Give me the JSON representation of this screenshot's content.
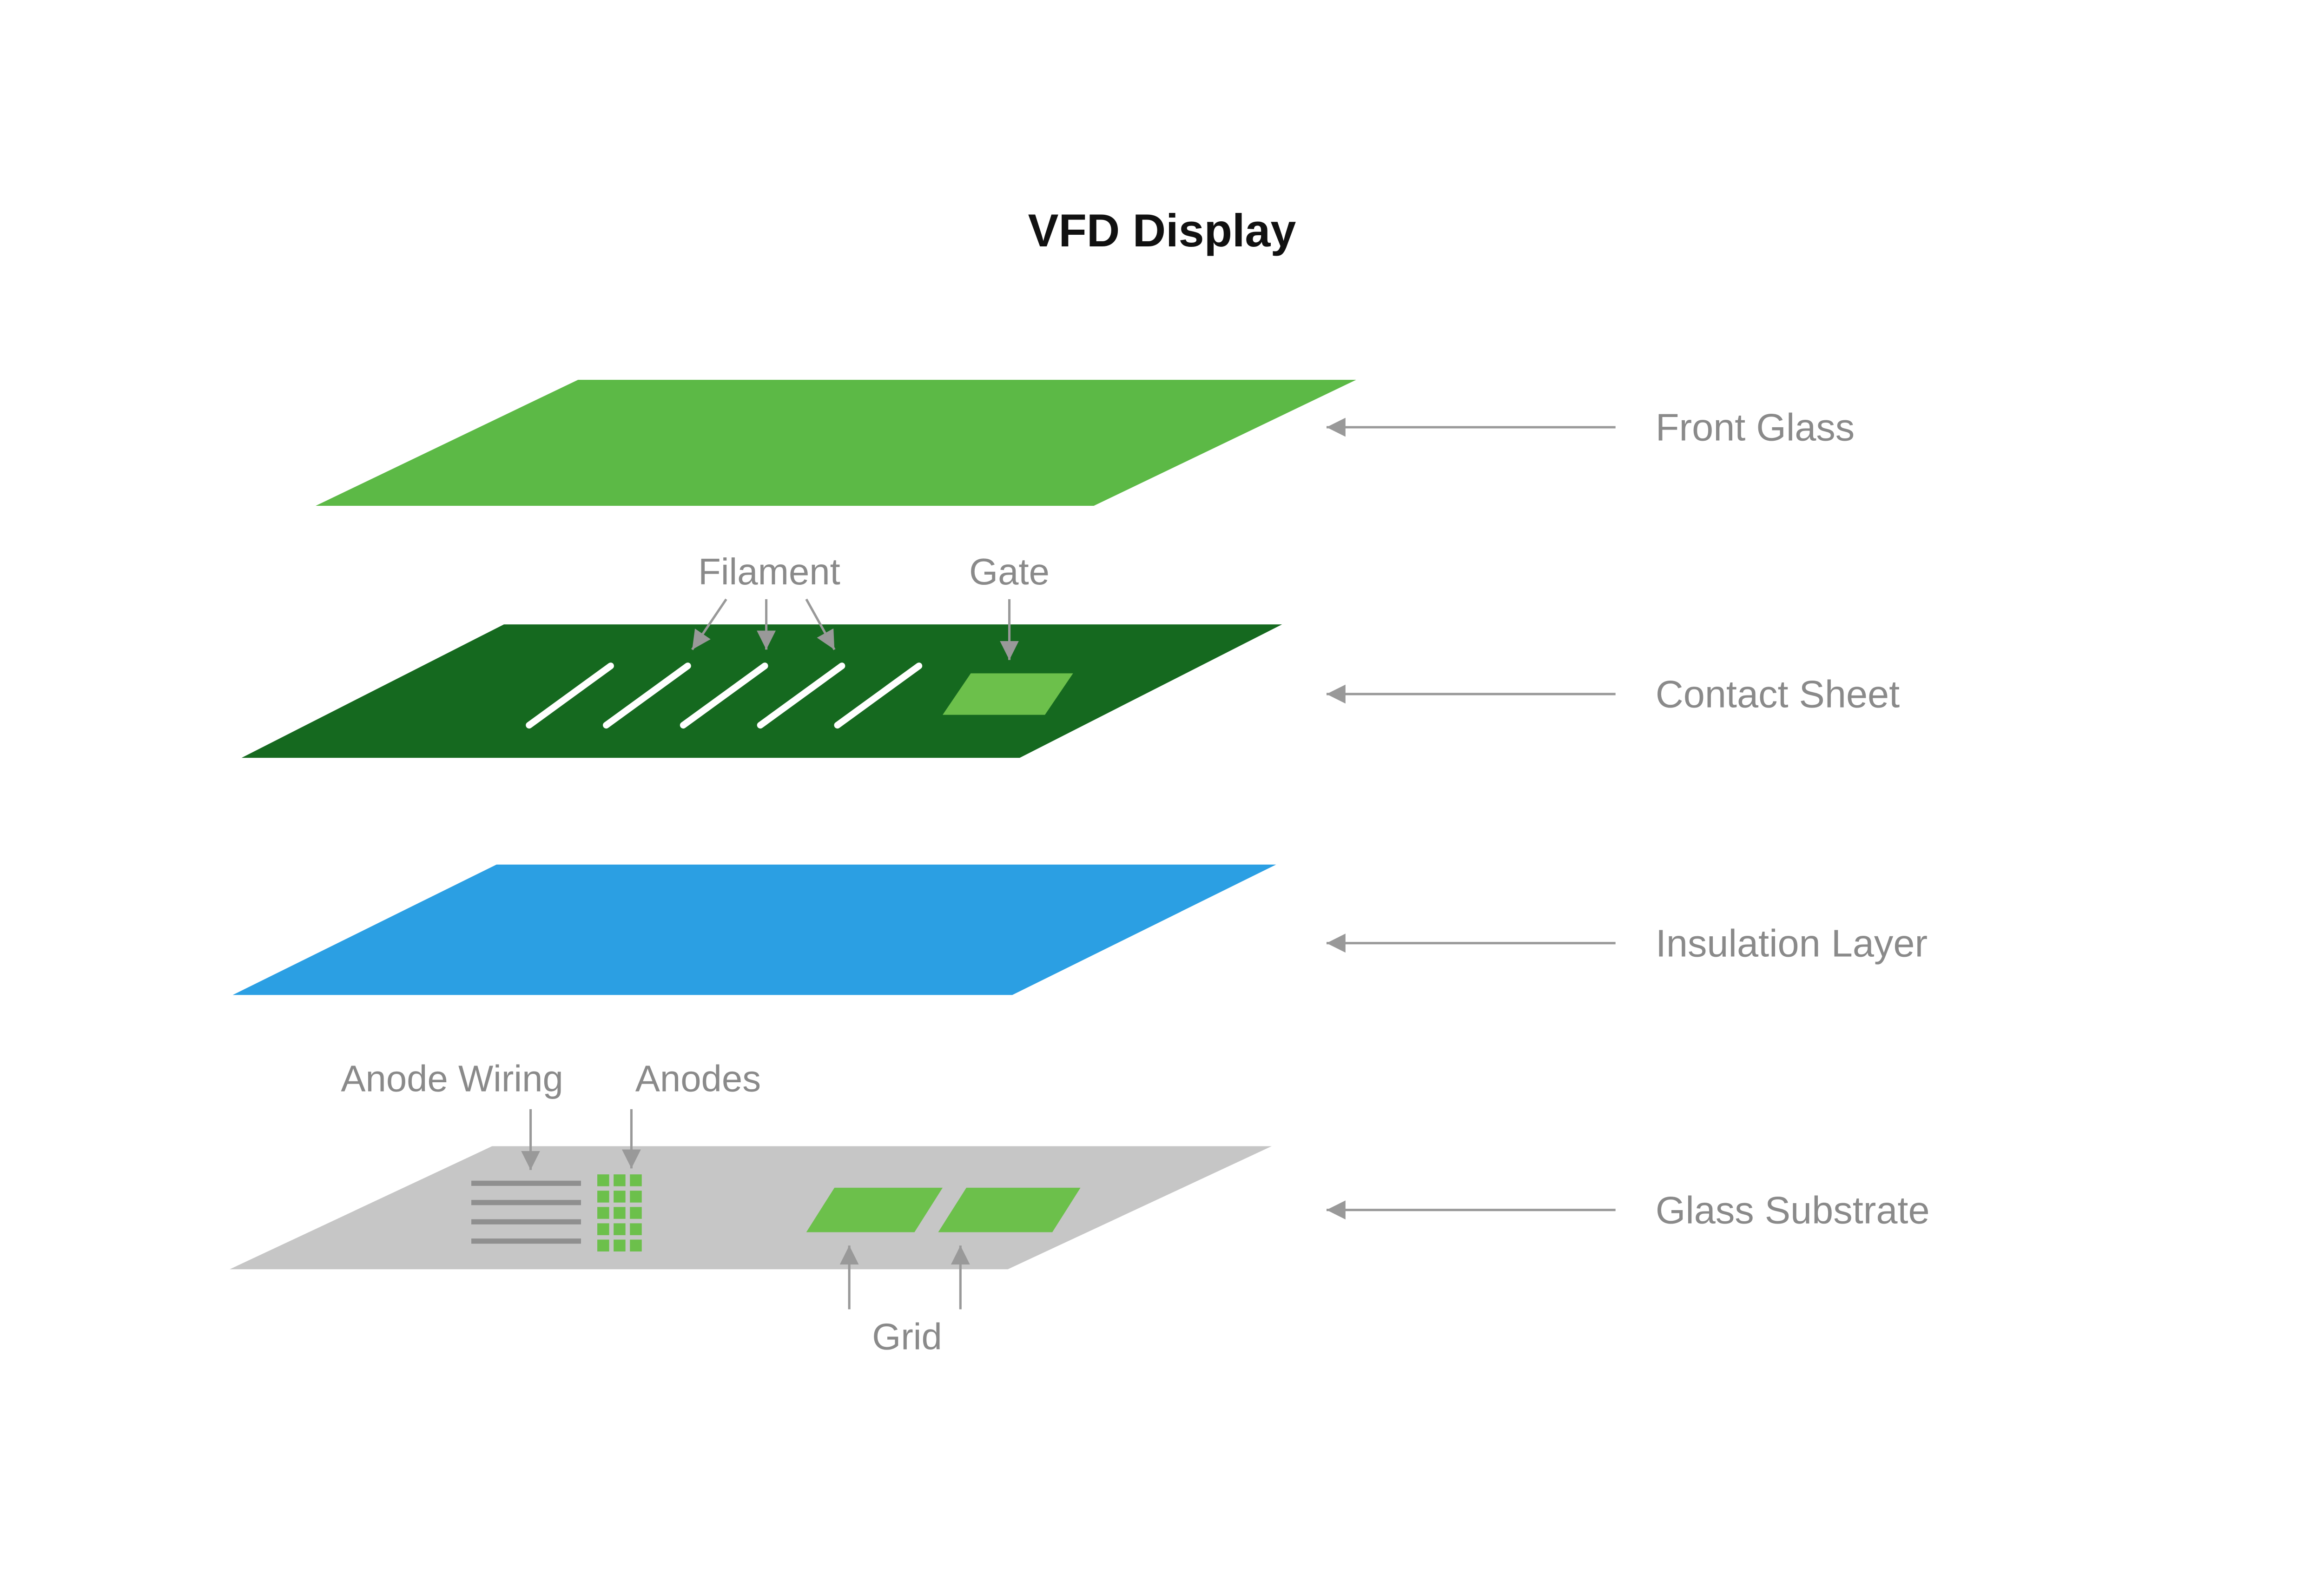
{
  "title": "VFD Display",
  "layers": [
    {
      "label": "Front Glass"
    },
    {
      "label": "Contact Sheet"
    },
    {
      "label": "Insulation Layer"
    },
    {
      "label": "Glass Substrate"
    }
  ],
  "annotations": {
    "filament": "Filament",
    "gate": "Gate",
    "anode_wiring": "Anode Wiring",
    "anodes": "Anodes",
    "grid": "Grid"
  },
  "colors": {
    "front_glass_green": "#5CB946",
    "contact_sheet_dark_green": "#15691F",
    "insulation_blue": "#2B9FE3",
    "substrate_gray": "#C6C6C6",
    "accent_green": "#6CC04B",
    "filament_white": "#FFFFFF",
    "wiring_gray": "#8F8F8F",
    "label_gray": "#8A8A8A",
    "arrow_gray": "#999999",
    "title_black": "#111111"
  }
}
